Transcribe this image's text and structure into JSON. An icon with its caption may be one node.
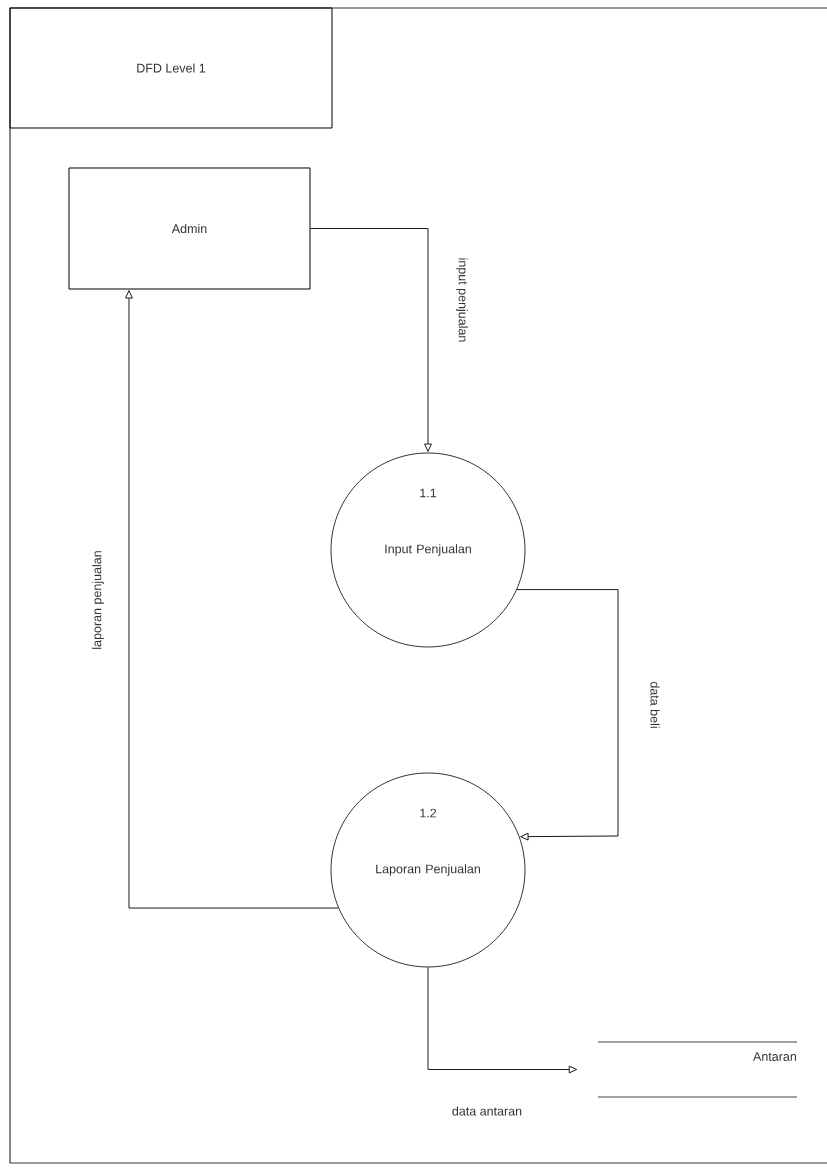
{
  "diagram": {
    "nodes": [
      {
        "text": [
          "DFD Level 1"
        ]
      },
      {
        "text": [
          "Admin"
        ]
      },
      {
        "text": [
          "1.1",
          "Input Penjualan"
        ]
      },
      {
        "text": [
          "1.2",
          "Laporan Penjualan"
        ]
      },
      {
        "text": [
          "Antaran"
        ]
      }
    ],
    "edges": [
      {
        "from": 1,
        "to": 2,
        "arrow": "to",
        "label": "input penjualan"
      },
      {
        "from": 2,
        "to": 3,
        "arrow": "to",
        "label": "data beli"
      },
      {
        "from": 3,
        "to": 1,
        "arrow": "to",
        "label": "laporan penjualan"
      },
      {
        "from": 3,
        "to": 4,
        "arrow": "to",
        "label": "data antaran"
      }
    ]
  }
}
